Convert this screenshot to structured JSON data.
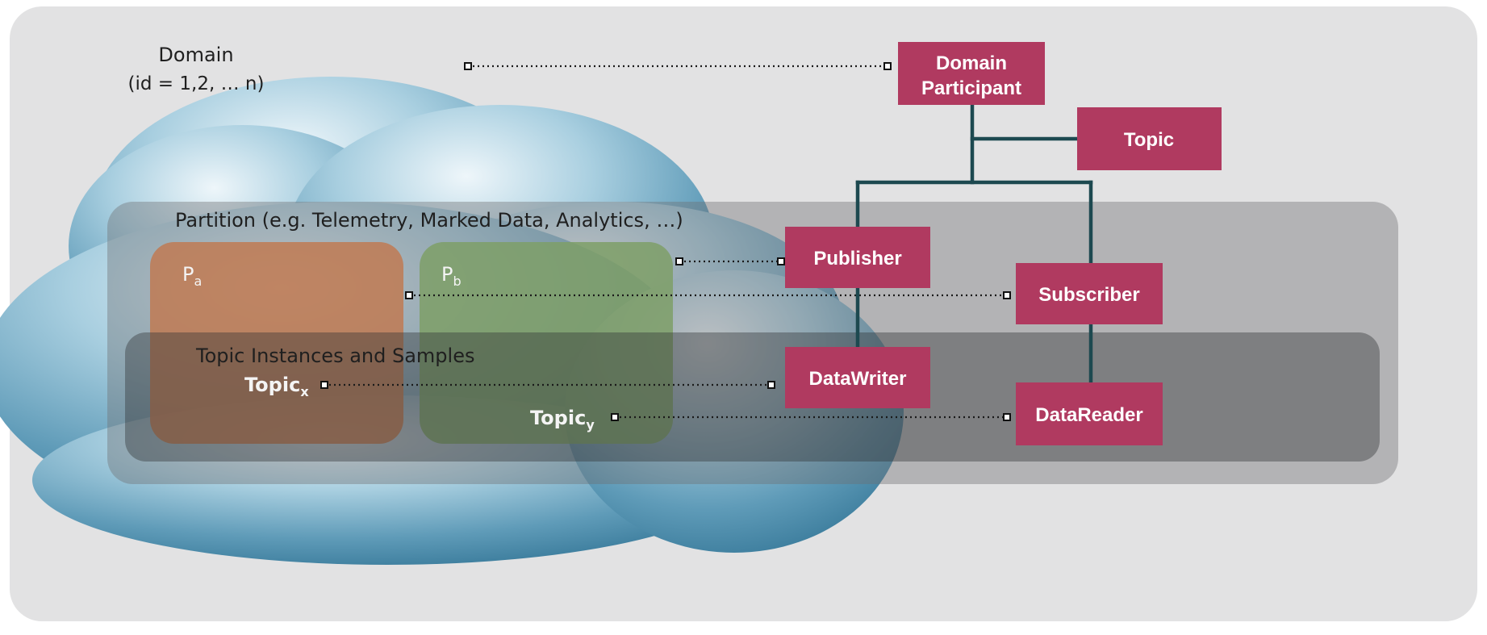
{
  "colors": {
    "background": "#e2e2e3",
    "box": "#b03a60",
    "connector": "#1d4950",
    "partition_a": "#c07a52",
    "partition_b": "#7e9f67",
    "cloud": "#7fb3cc"
  },
  "domain": {
    "title": "Domain",
    "id_range": "(id = 1,2, … n)"
  },
  "partition": {
    "label": "Partition (e.g. Telemetry, Marked Data, Analytics, …)",
    "pa": {
      "base": "P",
      "sub": "a"
    },
    "pb": {
      "base": "P",
      "sub": "b"
    }
  },
  "topic_area": {
    "label": "Topic Instances and Samples",
    "topic_x": {
      "base": "Topic",
      "sub": "x"
    },
    "topic_y": {
      "base": "Topic",
      "sub": "y"
    }
  },
  "entities": {
    "domain_participant": [
      "Domain",
      "Participant"
    ],
    "topic": "Topic",
    "publisher": "Publisher",
    "subscriber": "Subscriber",
    "data_writer": "DataWriter",
    "data_reader": "DataReader"
  }
}
